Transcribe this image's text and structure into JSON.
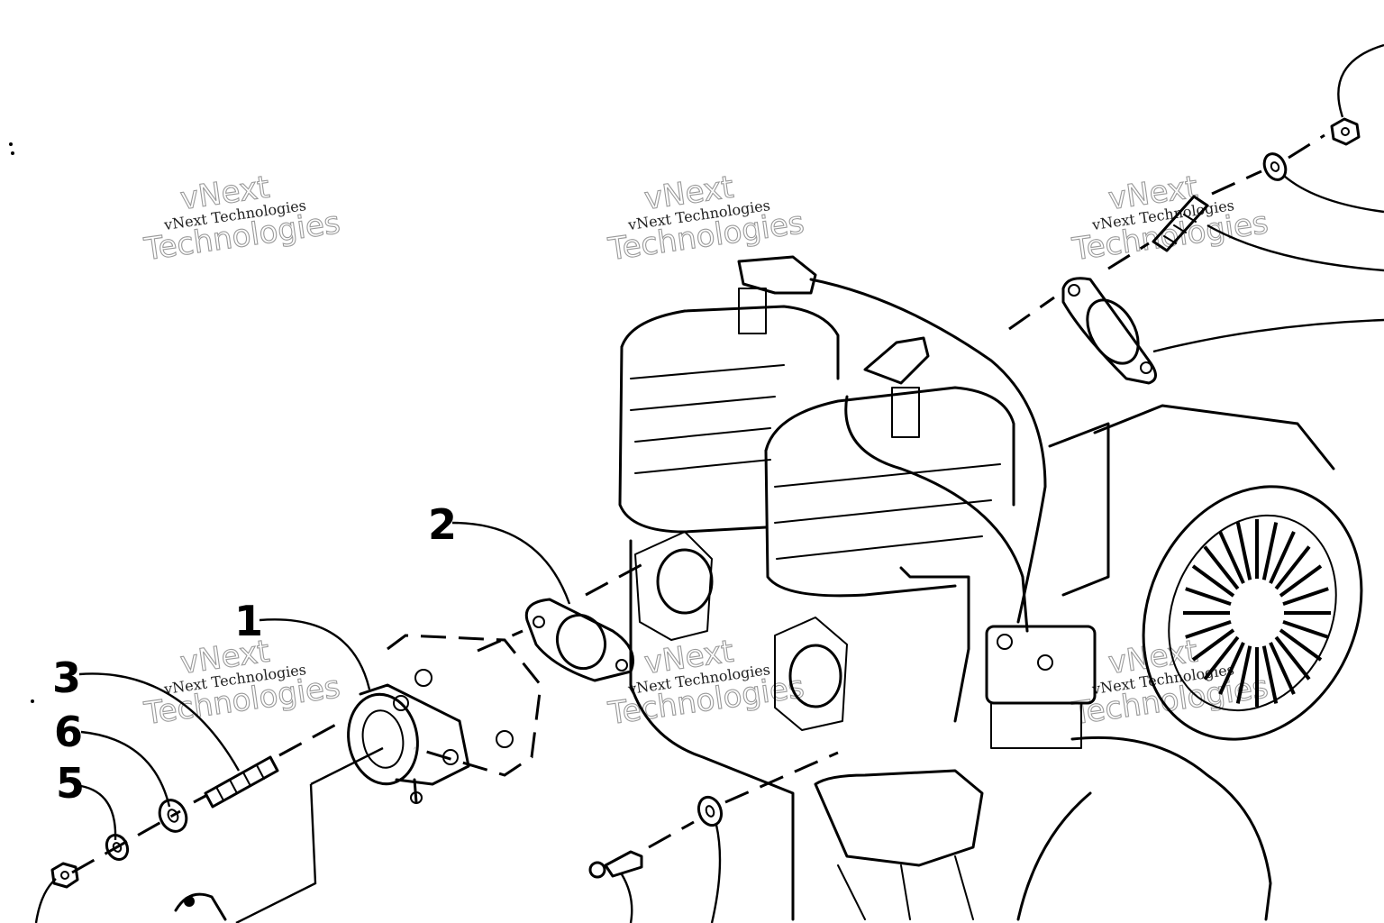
{
  "callouts": [
    {
      "label": "1"
    },
    {
      "label": "2"
    },
    {
      "label": "3"
    },
    {
      "label": "5"
    },
    {
      "label": "6"
    }
  ],
  "watermark": {
    "small_text": "vNext Technologies",
    "big_line1": "vNext",
    "big_line2": "Technologies"
  }
}
